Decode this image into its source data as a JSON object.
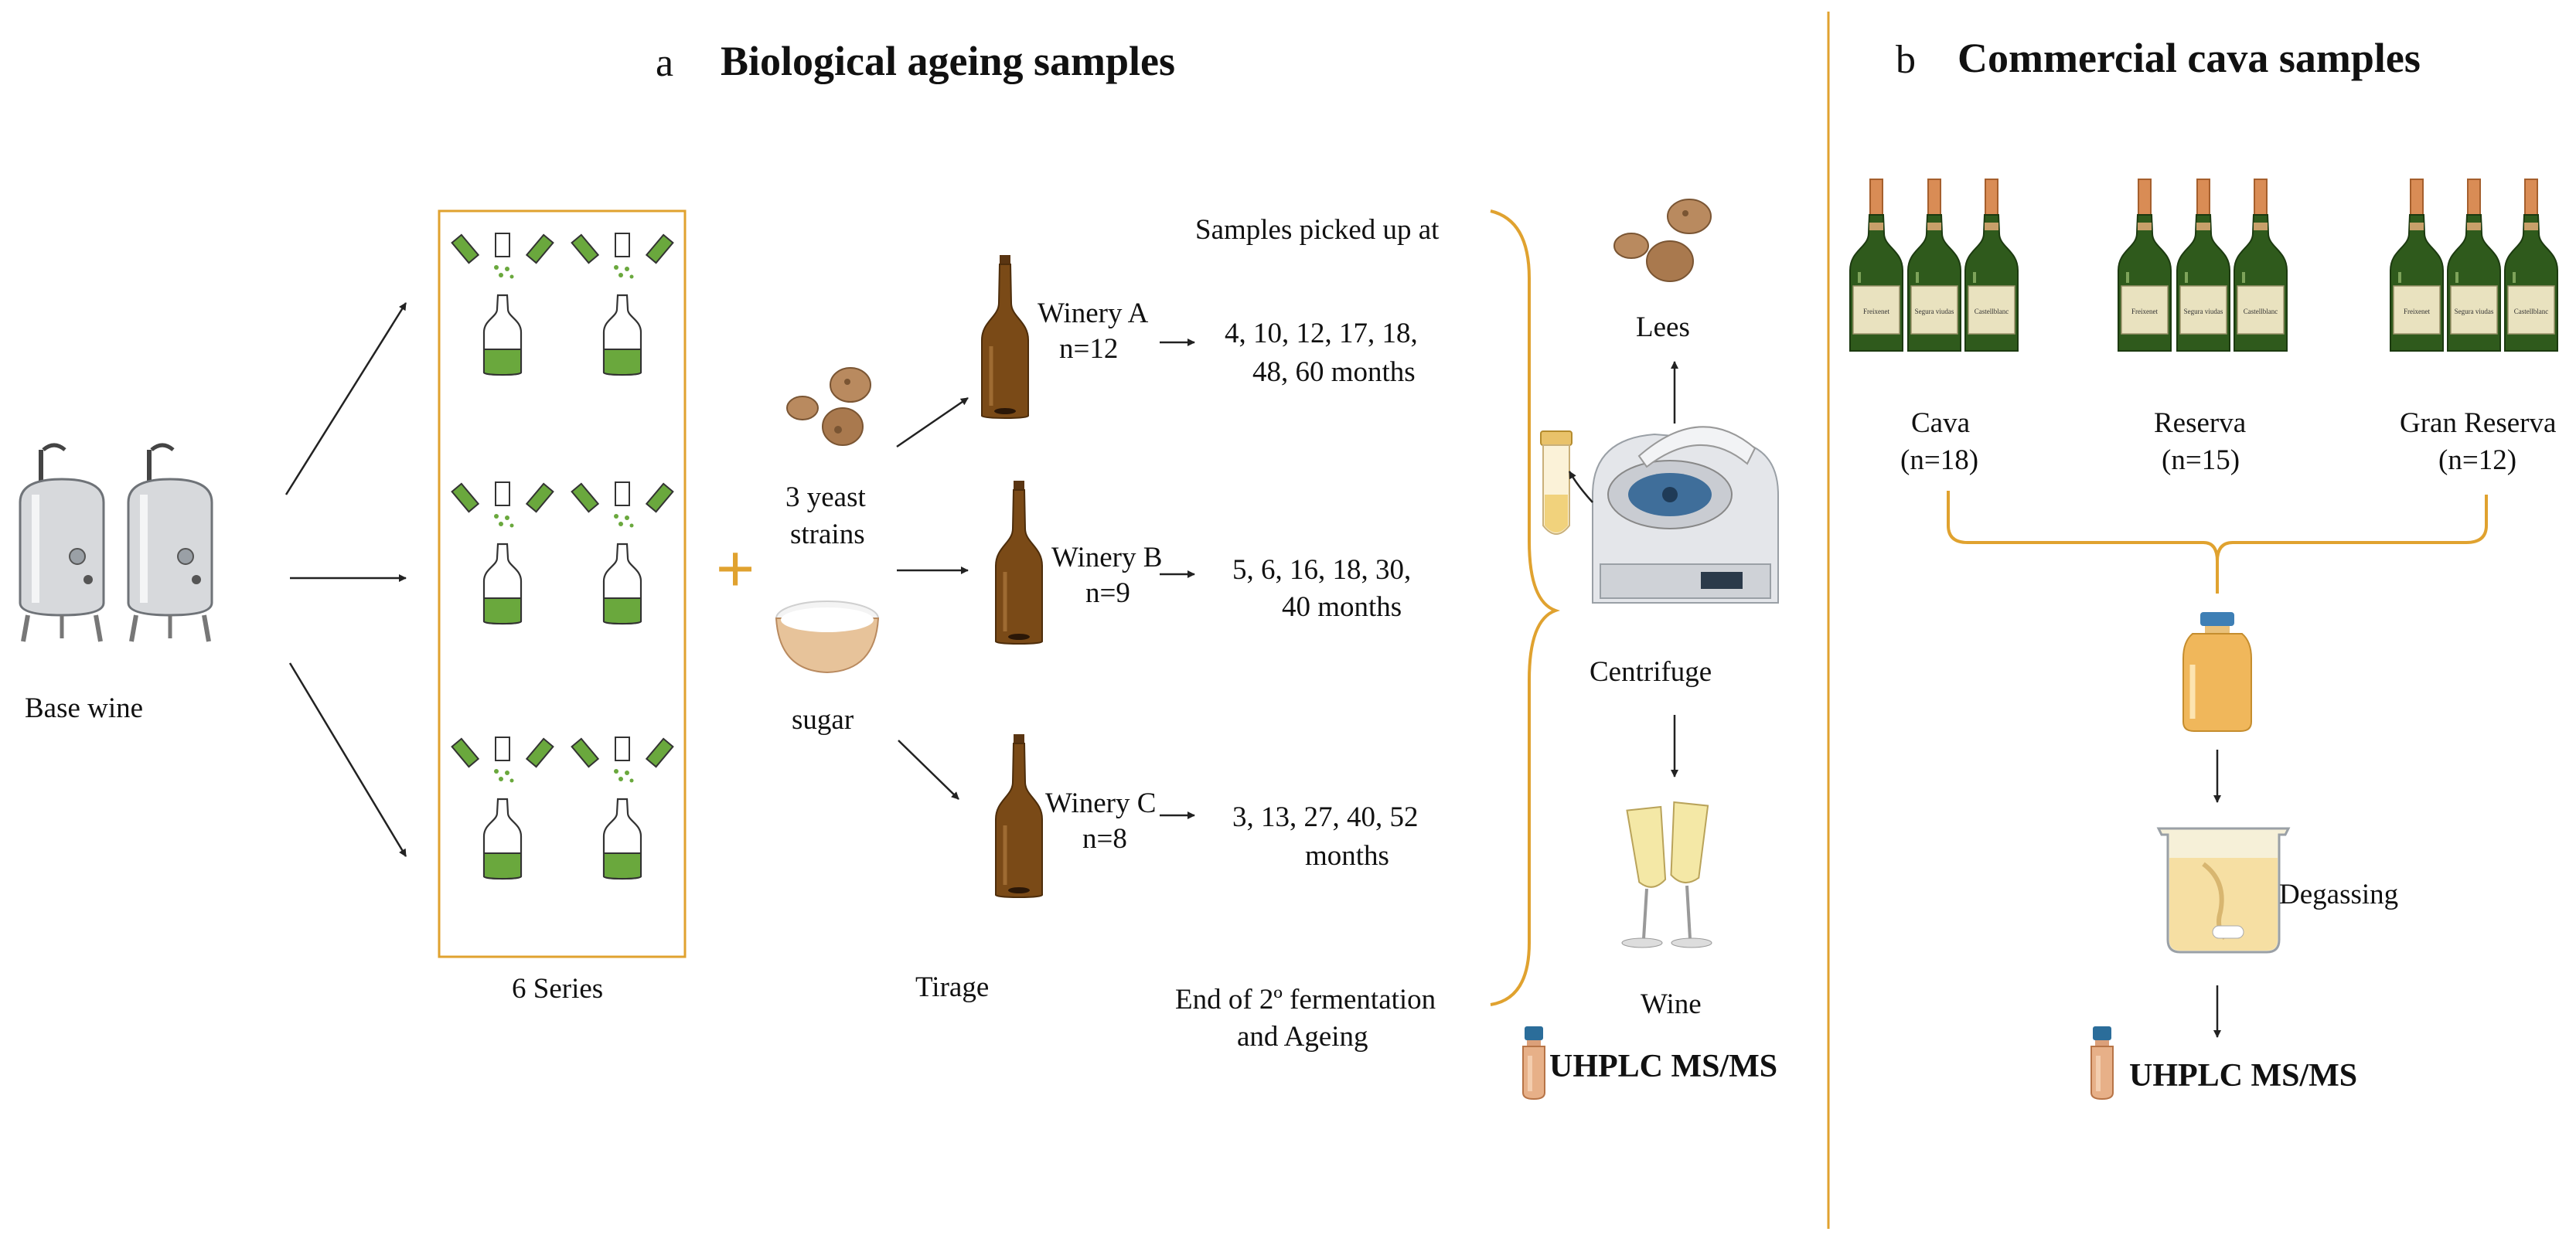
{
  "panel_a": {
    "letter": "a",
    "title": "Biological ageing samples",
    "base_wine": "Base wine",
    "series": "6 Series",
    "yeast_line1": "3 yeast",
    "yeast_line2": "strains",
    "sugar": "sugar",
    "tirage": "Tirage",
    "plus_sign": "+",
    "wineries": [
      {
        "name": "Winery A",
        "n": "n=12",
        "samples_line1": "4, 10, 12, 17, 18,",
        "samples_line2": "48, 60 months"
      },
      {
        "name": "Winery B",
        "n": "n=9",
        "samples_line1": "5, 6, 16, 18, 30,",
        "samples_line2": "40 months"
      },
      {
        "name": "Winery C",
        "n": "n=8",
        "samples_line1": "3, 13, 27, 40, 52",
        "samples_line2": "months"
      }
    ],
    "samples_picked": "Samples picked up at",
    "end_line1": "End of 2º fermentation",
    "end_line2": "and Ageing",
    "lees": "Lees",
    "centrifuge": "Centrifuge",
    "wine": "Wine",
    "uhplc": "UHPLC MS/MS"
  },
  "panel_b": {
    "letter": "b",
    "title": "Commercial cava samples",
    "groups": [
      {
        "label": "Cava",
        "n": "(n=18)"
      },
      {
        "label": "Reserva",
        "n": "(n=15)"
      },
      {
        "label": "Gran Reserva",
        "n": "(n=12)"
      }
    ],
    "bottle_labels": [
      "Freixenet",
      "Segura viudas",
      "Castellblanc"
    ],
    "degassing": "Degassing",
    "uhplc": "UHPLC MS/MS"
  },
  "colors": {
    "accent_orange": "#e0a22f",
    "wine_green": "#6aa83d",
    "bottle_brown": "#7a4a17",
    "cava_bottle": "#2f5a1c"
  }
}
